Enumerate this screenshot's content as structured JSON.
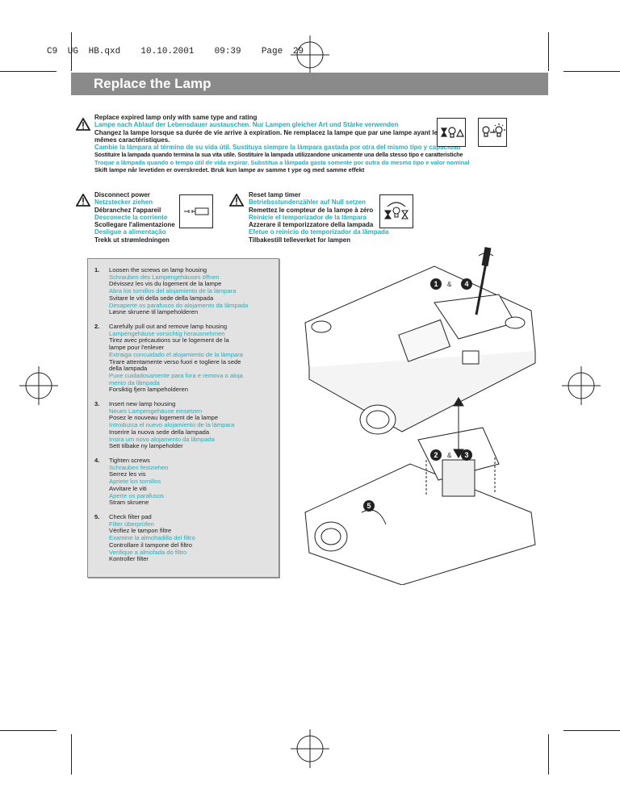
{
  "slug": "C9 UG HB.qxd  10.10.2001  09:39  Page 29",
  "title": "Replace the Lamp",
  "warning": [
    "Replace expired lamp only with same type and rating",
    "Lampe nach Ablauf der Lebensdauer austauschen. Nur Lampen gleicher Art und Stärke verwenden",
    "Changez la lampe lorsque sa durée de vie arrive à expiration. Ne remplacez la lampe que par une lampe ayant les",
    "mêmes caractéristiques.",
    "Cambie la lámpara al término de su vida útil. Sustituya siempre la lámpara gastada por otra del mismo tipo y capacidad",
    "Sostituire la lampada quando termina la sua vita utile. Sostituire la lampada utilizzandone unicamente una della stesso tipo e caratteristiche",
    "Troque a lâmpada quando o tempo útil de vida expirar. Substitua a lâmpada gasta somente por outra do mesmo tipo e valor nominal",
    "Skift lampe når levetiden er overskredet. Bruk kun lampe av samme t ype og med samme effekt"
  ],
  "disconnect": [
    "Disconnect power",
    "Netzstecker ziehen",
    "Débranchez l'appareil",
    "Desconecte la corriente",
    "Scollegare l'alimentazione",
    "Desligue a alimentação",
    "Trekk ut strømledningen"
  ],
  "reset": [
    "Reset lamp timer",
    "Betriebsstundenzähler auf Null setzen",
    "Remettez le compteur de la lampe à zéro",
    "Reinicie el temporizador de la lámpara",
    "Azzerare il temporizzatore della lampada",
    "Efetue o reinicio do temporizador da lâmpada",
    "Tilbakestill telleverket for lampen"
  ],
  "steps": [
    {
      "n": "1.",
      "lines": [
        "Loosen the screws on lamp housing",
        "Schrauben des Lampengehäuses öffnen",
        "Dévissez les vis du logement de la lampe",
        "Abra los tornillos del alojamiento de la lámpara",
        "Svitare le viti della sede della lampada",
        "Desaperte os parafusos do alojamento da lâmpada",
        "Løsne skruene til lampeholderen"
      ]
    },
    {
      "n": "2.",
      "lines": [
        "Carefully pull out and remove lamp housing",
        "Lampengehäuse vorsichtig herausnehmen",
        "Tirez avec précautions sur le logement de la",
        "lampe pour l'enlever",
        "Extraiga concuidado el alojamiento de la lámpara",
        "Tirare attentamente verso fuori e togliere la sede",
        "della lampada",
        "Puxe cuidadosamente para fora e remova o aloja",
        "mento da lâmpada",
        "Forsiktig fjern lampeholderen"
      ]
    },
    {
      "n": "3.",
      "lines": [
        "Insert new lamp housing",
        "Neues Lampengehäuse einsetzen",
        "Posez le nouveau logement de la lampe",
        "Introduzca el nuevo alojamiento de la lámpara",
        "Inserire la nuova sede della lampada",
        "Insira um novo alojamento da lâmpada",
        "Sett tilbake ny lampeholder"
      ]
    },
    {
      "n": "4.",
      "lines": [
        "Tighten screws",
        "Schrauben festziehen",
        "Serrez les vis",
        "Apriete los tornillos",
        "Avvitare le viti",
        "Aperte os parafusos",
        "Stram skruene"
      ]
    },
    {
      "n": "5.",
      "lines": [
        "Check filter pad",
        "Filter überprüfen",
        "Vérifiez le tampon filtre",
        "Examine la almohadilla del filtro",
        "Controllare il tampone del filtro",
        "Verifique a almofada do filtro",
        "Kontroller filter"
      ]
    }
  ],
  "callouts": {
    "a": "1",
    "amp1": "&",
    "b": "4",
    "c": "2",
    "amp2": "&",
    "d": "3",
    "e": "5"
  },
  "colors": {
    "teal": "#2aacb8",
    "bar": "#8a8a8a",
    "box": "#e2e2e2"
  }
}
